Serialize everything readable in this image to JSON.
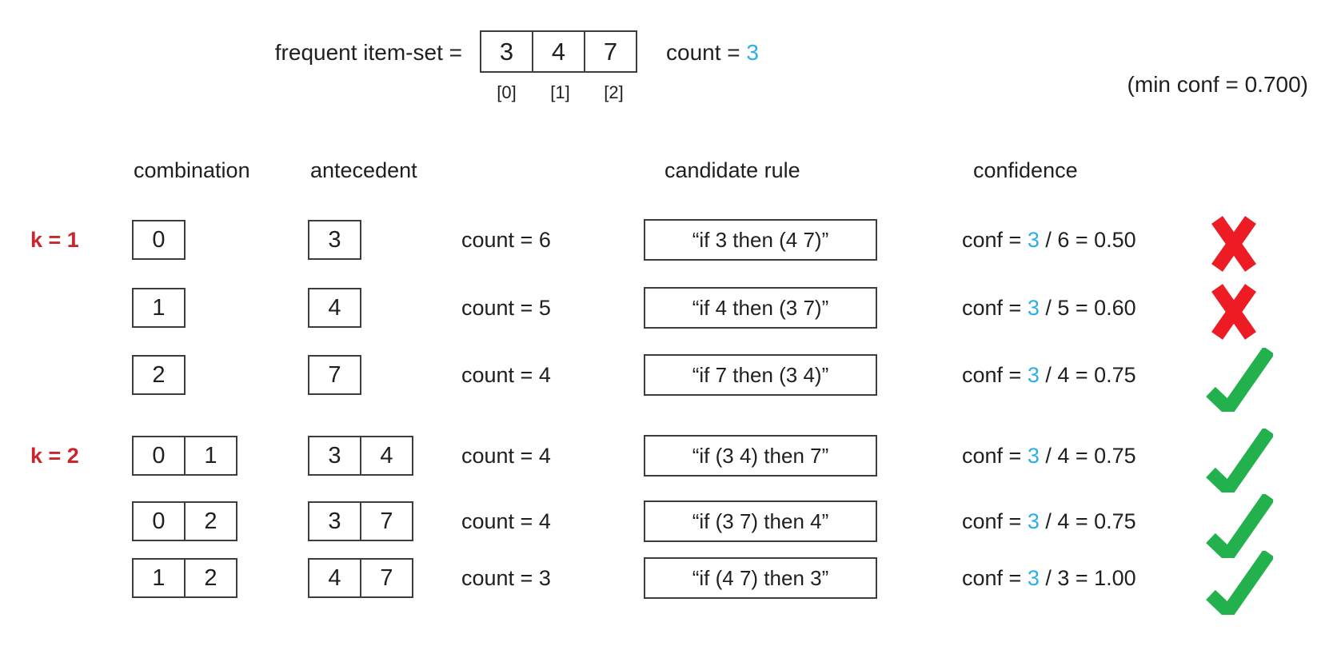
{
  "header": {
    "itemset_label": "frequent item-set =",
    "itemset_cells": [
      "3",
      "4",
      "7"
    ],
    "itemset_indices": [
      "[0]",
      "[1]",
      "[2]"
    ],
    "count_label": "count = ",
    "count_value": "3",
    "min_conf": "(min conf = 0.700)"
  },
  "columns": {
    "combination": "combination",
    "antecedent": "antecedent",
    "candidate_rule": "candidate rule",
    "confidence": "confidence"
  },
  "colors": {
    "accent_blue": "#2bafe4",
    "k_label_red": "#c9252c",
    "cross_red": "#ec1b24",
    "check_green": "#23b14e",
    "box_border": "#3d3d3d"
  },
  "rows": [
    {
      "k_label": "k = 1",
      "combination": [
        "0"
      ],
      "antecedent": [
        "3"
      ],
      "count": "count = 6",
      "rule": "“if 3 then (4 7)”",
      "conf_prefix": "conf = ",
      "conf_numerator": "3",
      "conf_suffix": " / 6 = 0.50",
      "result": "fail"
    },
    {
      "k_label": "",
      "combination": [
        "1"
      ],
      "antecedent": [
        "4"
      ],
      "count": "count = 5",
      "rule": "“if 4 then (3 7)”",
      "conf_prefix": "conf = ",
      "conf_numerator": "3",
      "conf_suffix": " / 5 = 0.60",
      "result": "fail"
    },
    {
      "k_label": "",
      "combination": [
        "2"
      ],
      "antecedent": [
        "7"
      ],
      "count": "count = 4",
      "rule": "“if 7 then (3 4)”",
      "conf_prefix": "conf = ",
      "conf_numerator": "3",
      "conf_suffix": " / 4 = 0.75",
      "result": "pass"
    },
    {
      "k_label": "k = 2",
      "combination": [
        "0",
        "1"
      ],
      "antecedent": [
        "3",
        "4"
      ],
      "count": "count = 4",
      "rule": "“if (3 4) then 7”",
      "conf_prefix": "conf = ",
      "conf_numerator": "3",
      "conf_suffix": " / 4 = 0.75",
      "result": "pass"
    },
    {
      "k_label": "",
      "combination": [
        "0",
        "2"
      ],
      "antecedent": [
        "3",
        "7"
      ],
      "count": "count = 4",
      "rule": "“if (3 7) then 4”",
      "conf_prefix": "conf = ",
      "conf_numerator": "3",
      "conf_suffix": " / 4 = 0.75",
      "result": "pass"
    },
    {
      "k_label": "",
      "combination": [
        "1",
        "2"
      ],
      "antecedent": [
        "4",
        "7"
      ],
      "count": "count = 3",
      "rule": "“if (4 7) then 3”",
      "conf_prefix": "conf = ",
      "conf_numerator": "3",
      "conf_suffix": " / 3 = 1.00",
      "result": "pass"
    }
  ]
}
